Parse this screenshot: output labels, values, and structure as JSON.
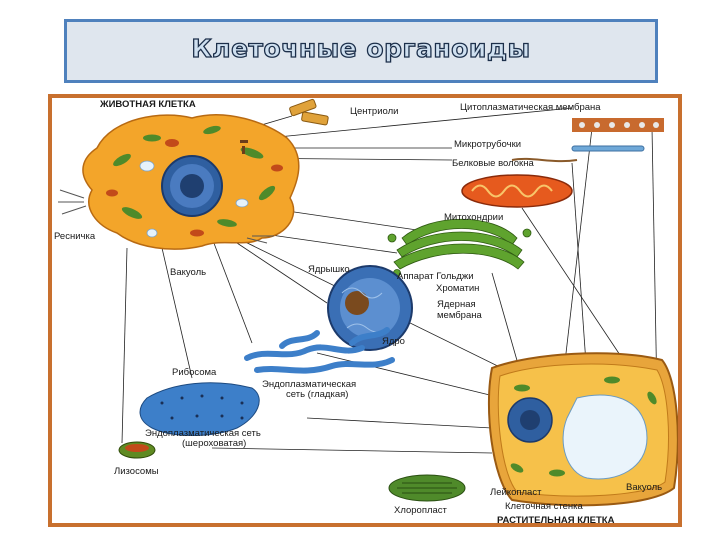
{
  "title": "Клеточные органоиды",
  "labels": {
    "animal_cell": "ЖИВОТНАЯ КЛЕТКА",
    "centrioles": "Центриоли",
    "cytoplasmic_membrane": "Цитоплазматическая мембрана",
    "microtubules": "Микротрубочки",
    "protein_fibers": "Белковые волокна",
    "cilium": "Ресничка",
    "mitochondria": "Митохондрии",
    "vacuole": "Вакуоль",
    "nucleolus": "Ядрышко",
    "golgi": "Аппарат Гольджи",
    "chromatin": "Хроматин",
    "nuclear_membrane_1": "Ядерная",
    "nuclear_membrane_2": "мембрана",
    "nucleus": "Ядро",
    "ribosome": "Рибосома",
    "er_smooth_1": "Эндоплазматическая",
    "er_smooth_2": "сеть (гладкая)",
    "er_rough_1": "Эндоплазматическая сеть",
    "er_rough_2": "(шероховатая)",
    "lysosomes": "Лизосомы",
    "leucoplast": "Лейкопласт",
    "vacuole_plant": "Вакуоль",
    "cell_wall": "Клеточная стенка",
    "chloroplast": "Хлоропласт",
    "plant_cell": "РАСТИТЕЛЬНАЯ КЛЕТКА"
  },
  "colors": {
    "title_border": "#4f81bd",
    "title_bg": "#dfe6ee",
    "frame_border": "#c8702e",
    "cytoplasm": "#f3a52a",
    "organelle_green": "#4f8a2a",
    "nucleus_blue": "#3a6fb5",
    "er_blue": "#3d7fc9",
    "plant_wall": "#e8a53b"
  }
}
